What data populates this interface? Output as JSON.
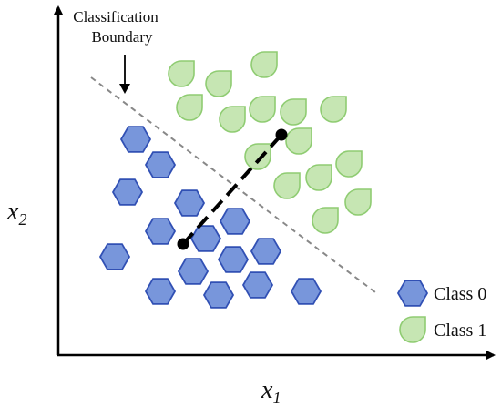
{
  "annotation": {
    "line1": "Classification",
    "line2": "Boundary"
  },
  "axes": {
    "x_var": "x",
    "x_sub": "1",
    "y_var": "x",
    "y_sub": "2"
  },
  "legend": {
    "class0": "Class 0",
    "class1": "Class 1"
  },
  "colors": {
    "class0_fill": "#7896db",
    "class0_stroke": "#3150b4",
    "class1_fill": "#c6e6b3",
    "class1_stroke": "#8fcc72",
    "boundary": "#888888",
    "distance": "#000000",
    "axis": "#000000"
  }
}
